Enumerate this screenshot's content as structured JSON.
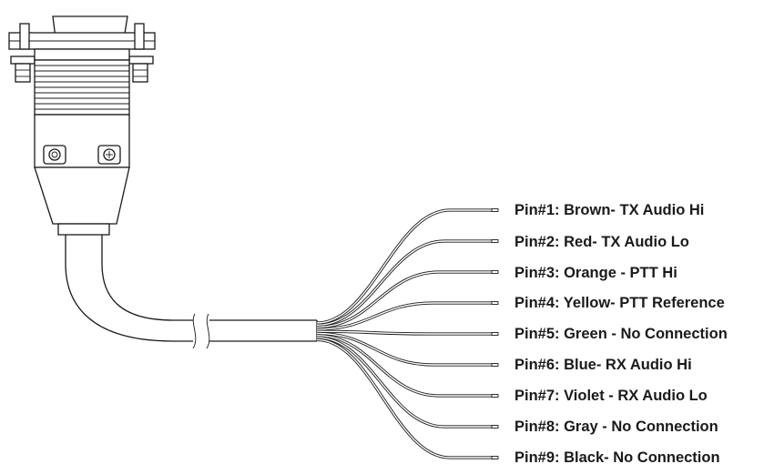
{
  "diagram": {
    "pins": [
      "Pin#1:  Brown- TX Audio Hi",
      "Pin#2:  Red- TX Audio Lo",
      "Pin#3:  Orange - PTT Hi",
      "Pin#4:  Yellow- PTT Reference",
      "Pin#5:  Green - No Connection",
      "Pin#6:  Blue- RX Audio Hi",
      "Pin#7:  Violet - RX Audio Lo",
      "Pin#8:  Gray - No Connection",
      "Pin#9:  Black- No Connection"
    ]
  }
}
